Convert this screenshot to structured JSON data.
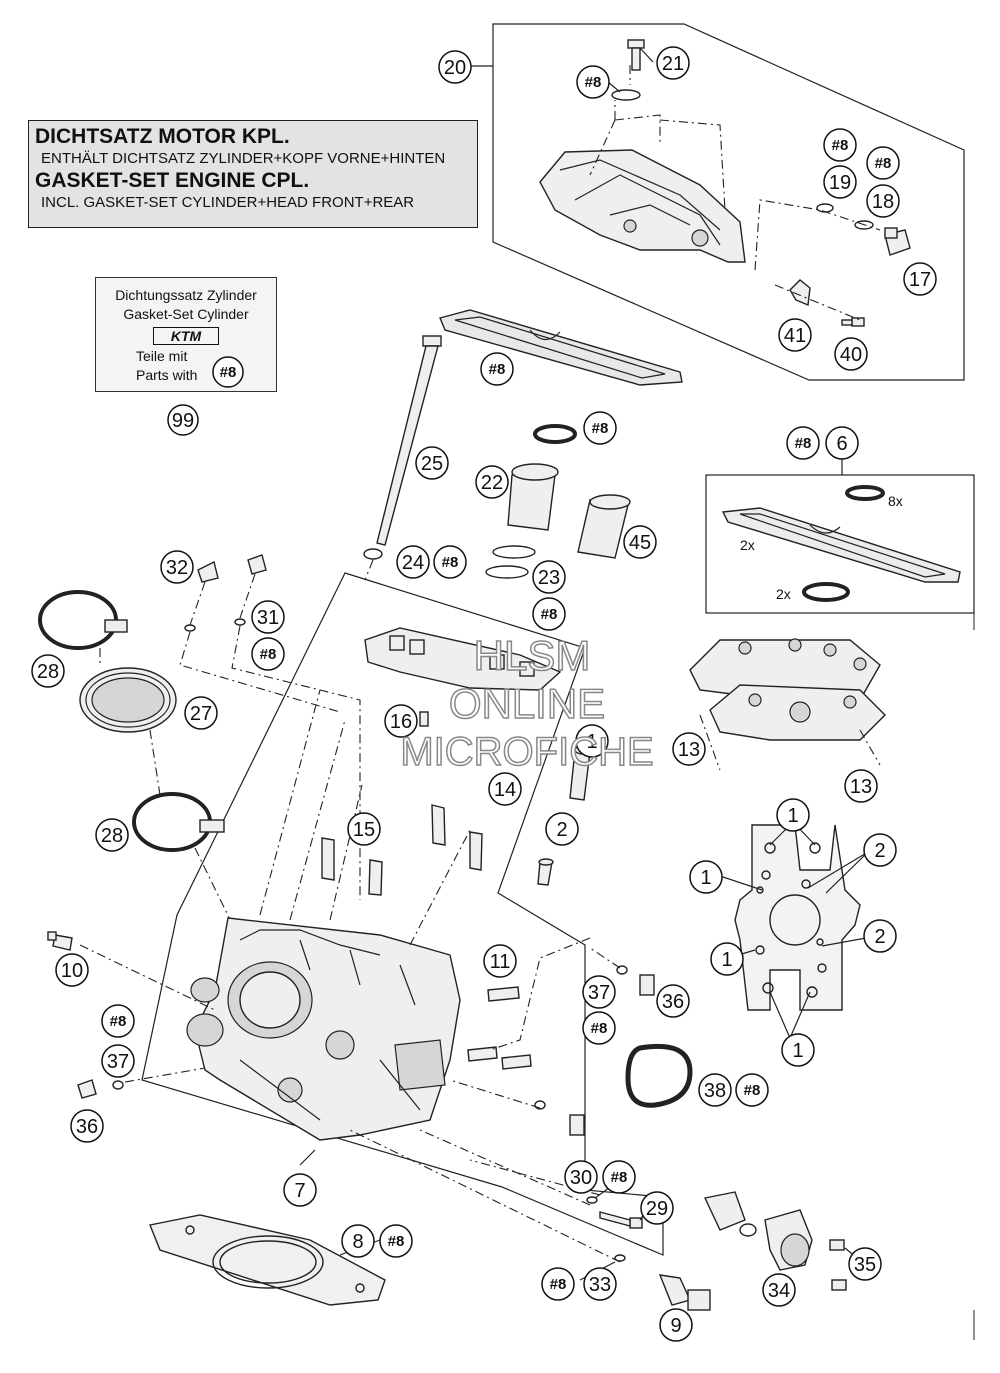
{
  "gasket_box": {
    "line1": "DICHTSATZ MOTOR KPL.",
    "line2": "ENTHÄLT DICHTSATZ ZYLINDER+KOPF VORNE+HINTEN",
    "line3": "GASKET-SET ENGINE CPL.",
    "line4": "INCL. GASKET-SET CYLINDER+HEAD FRONT+REAR"
  },
  "kit_box": {
    "line1": "Dichtungssatz Zylinder",
    "line2": "Gasket-Set Cylinder",
    "logo": "KTM",
    "line3": "Teile mit",
    "line4": "Parts with",
    "ref": "#8",
    "number": "99"
  },
  "watermark": {
    "line1": "HLSM",
    "line2": "ONLINE",
    "line3": "MICROFICHE"
  },
  "multipliers": {
    "m1": "8x",
    "m2": "2x",
    "m3": "2x"
  },
  "callouts": [
    {
      "id": "c20",
      "text": "20"
    },
    {
      "id": "c21",
      "text": "21"
    },
    {
      "id": "c8a",
      "text": "#8"
    },
    {
      "id": "c8b",
      "text": "#8"
    },
    {
      "id": "c8c",
      "text": "#8"
    },
    {
      "id": "c19",
      "text": "19"
    },
    {
      "id": "c18",
      "text": "18"
    },
    {
      "id": "c17",
      "text": "17"
    },
    {
      "id": "c41",
      "text": "41"
    },
    {
      "id": "c40",
      "text": "40"
    },
    {
      "id": "c8d",
      "text": "#8"
    },
    {
      "id": "c8e",
      "text": "#8"
    },
    {
      "id": "c8f",
      "text": "#8"
    },
    {
      "id": "c6",
      "text": "6"
    },
    {
      "id": "c25",
      "text": "25"
    },
    {
      "id": "c22",
      "text": "22"
    },
    {
      "id": "c45",
      "text": "45"
    },
    {
      "id": "c24",
      "text": "24"
    },
    {
      "id": "c8g",
      "text": "#8"
    },
    {
      "id": "c23",
      "text": "23"
    },
    {
      "id": "c8h",
      "text": "#8"
    },
    {
      "id": "c32",
      "text": "32"
    },
    {
      "id": "c31",
      "text": "31"
    },
    {
      "id": "c8i",
      "text": "#8"
    },
    {
      "id": "c28a",
      "text": "28"
    },
    {
      "id": "c27",
      "text": "27"
    },
    {
      "id": "c16",
      "text": "16"
    },
    {
      "id": "c1a",
      "text": "1"
    },
    {
      "id": "c13a",
      "text": "13"
    },
    {
      "id": "c13b",
      "text": "13"
    },
    {
      "id": "c14",
      "text": "14"
    },
    {
      "id": "c28b",
      "text": "28"
    },
    {
      "id": "c15",
      "text": "15"
    },
    {
      "id": "c2a",
      "text": "2"
    },
    {
      "id": "c1b",
      "text": "1"
    },
    {
      "id": "c2b",
      "text": "2"
    },
    {
      "id": "c1c",
      "text": "1"
    },
    {
      "id": "c2c",
      "text": "2"
    },
    {
      "id": "c1d",
      "text": "1"
    },
    {
      "id": "c1e",
      "text": "1"
    },
    {
      "id": "c10",
      "text": "10"
    },
    {
      "id": "c11",
      "text": "11"
    },
    {
      "id": "c37a",
      "text": "37"
    },
    {
      "id": "c36a",
      "text": "36"
    },
    {
      "id": "c8j",
      "text": "#8"
    },
    {
      "id": "c8k",
      "text": "#8"
    },
    {
      "id": "c37b",
      "text": "37"
    },
    {
      "id": "c38",
      "text": "38"
    },
    {
      "id": "c8l",
      "text": "#8"
    },
    {
      "id": "c36b",
      "text": "36"
    },
    {
      "id": "c30",
      "text": "30"
    },
    {
      "id": "c8m",
      "text": "#8"
    },
    {
      "id": "c29",
      "text": "29"
    },
    {
      "id": "c7",
      "text": "7"
    },
    {
      "id": "c8n",
      "text": "8"
    },
    {
      "id": "c8o",
      "text": "#8"
    },
    {
      "id": "c35",
      "text": "35"
    },
    {
      "id": "c34",
      "text": "34"
    },
    {
      "id": "c8p",
      "text": "#8"
    },
    {
      "id": "c33",
      "text": "33"
    },
    {
      "id": "c9",
      "text": "9"
    }
  ]
}
